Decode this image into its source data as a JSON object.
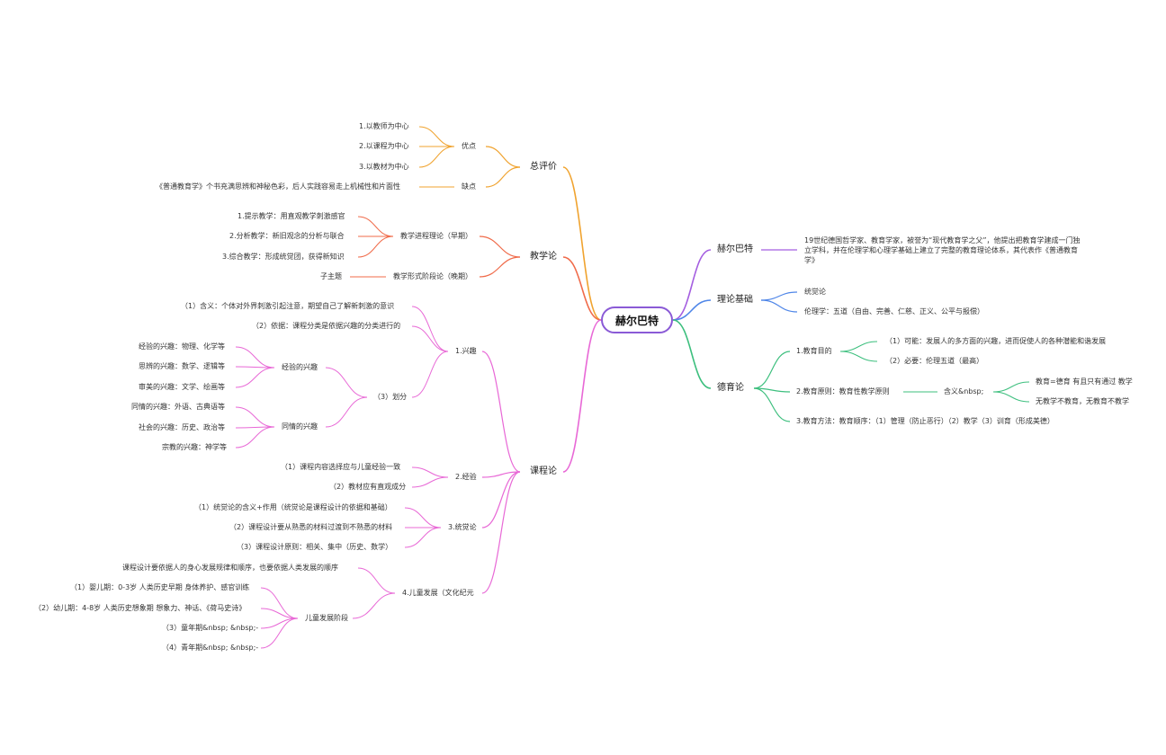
{
  "root": "赫尔巴特",
  "colors": {
    "root_border": "#8a5ad6",
    "total_eval": "#f0a32f",
    "teaching": "#f06b4a",
    "curriculum": "#e868d6",
    "herbart": "#a45ee0",
    "theory": "#4f86e8",
    "moral": "#3dbf7e"
  },
  "nodes": {
    "total_eval": "总评价",
    "advantages": "优点",
    "adv_1": "1.以教师为中心",
    "adv_2": "2.以课程为中心",
    "adv_3": "3.以教材为中心",
    "disadvantages": "缺点",
    "dis_1": "《普通教育学》个书充满思辨和神秘色彩，后人实践容易走上机械性和片面性",
    "teaching": "教学论",
    "steps_theory": "教学进程理论（早期）",
    "step_1": "1.提示教学：用直观教学刺激感官",
    "step_2": "2.分析教学：新旧观念的分析与联合",
    "step_3": "3.综合教学：形成统觉团，获得新知识",
    "form_stages": "教学形式阶段论（晚期）",
    "sub_theme": "子主题",
    "curriculum": "课程论",
    "interest": "1.兴趣",
    "int_def": "（1）含义：个体对外界刺激引起注意，期望自己了解新刺激的意识",
    "int_basis": "（2）依据：课程分类是依据兴趣的分类进行的",
    "int_div": "（3）划分",
    "exp_interest": "经验的兴趣",
    "exp_1": "经验的兴趣：物理、化学等",
    "exp_2": "思辨的兴趣：数学、逻辑等",
    "exp_3": "审美的兴趣：文学、绘画等",
    "sym_interest": "同情的兴趣",
    "sym_1": "同情的兴趣：外语、古典语等",
    "sym_2": "社会的兴趣：历史、政治等",
    "sym_3": "宗教的兴趣：神学等",
    "experience": "2.经验",
    "exp_a": "（1）课程内容选择应与儿童经验一致",
    "exp_b": "（2）教材应有直观成分",
    "apperception": "3.统觉论",
    "app_1": "（1）统觉论的含义+作用（统觉论是课程设计的依据和基础）",
    "app_2": "（2）课程设计要从熟悉的材料过渡到不熟悉的材料",
    "app_3": "（3）课程设计原则：相关、集中（历史、数学）",
    "child_dev": "4.儿童发展（文化纪元",
    "cd_design": "课程设计要依据人的身心发展规律和顺序，也要依据人类发展的顺序",
    "cd_stages": "儿童发展阶段",
    "cd_1": "（1）婴儿期：0-3岁 人类历史早期 身体养护、感官训练",
    "cd_2": "（2）幼儿期：4-8岁 人类历史想象期 想象力、神话、《荷马史诗》",
    "cd_3": "（3）童年期&nbsp; &nbsp;-",
    "cd_4": "（4）青年期&nbsp; &nbsp;-",
    "herbart": "赫尔巴特",
    "herbart_desc": "19世纪德国哲学家、教育学家，被誉为“现代教育学之父”，他提出把教育学建成一门独立学科，并在伦理学和心理学基础上建立了完整的教育理论体系，其代表作《普通教育学》",
    "theory": "理论基础",
    "th_1": "统觉论",
    "th_2": "伦理学：五道（自由、完善、仁慈、正义、公平与报偿）",
    "moral": "德育论",
    "goal": "1.教育目的",
    "goal_1": "（1）可能：发展人的多方面的兴趣，进而促使人的各种潜能和谐发展",
    "goal_2": "（2）必要：伦理五道（最高）",
    "principle": "2.教育原则：教育性教学原则",
    "meaning": "含义&nbsp;",
    "mean_1": "教育=德育 有且只有通过 教学",
    "mean_2": "无教学不教育，无教育不教学",
    "method": "3.教育方法：教育顺序：（1）管理（防止恶行）（2）教学（3）训育（形成美德）"
  }
}
